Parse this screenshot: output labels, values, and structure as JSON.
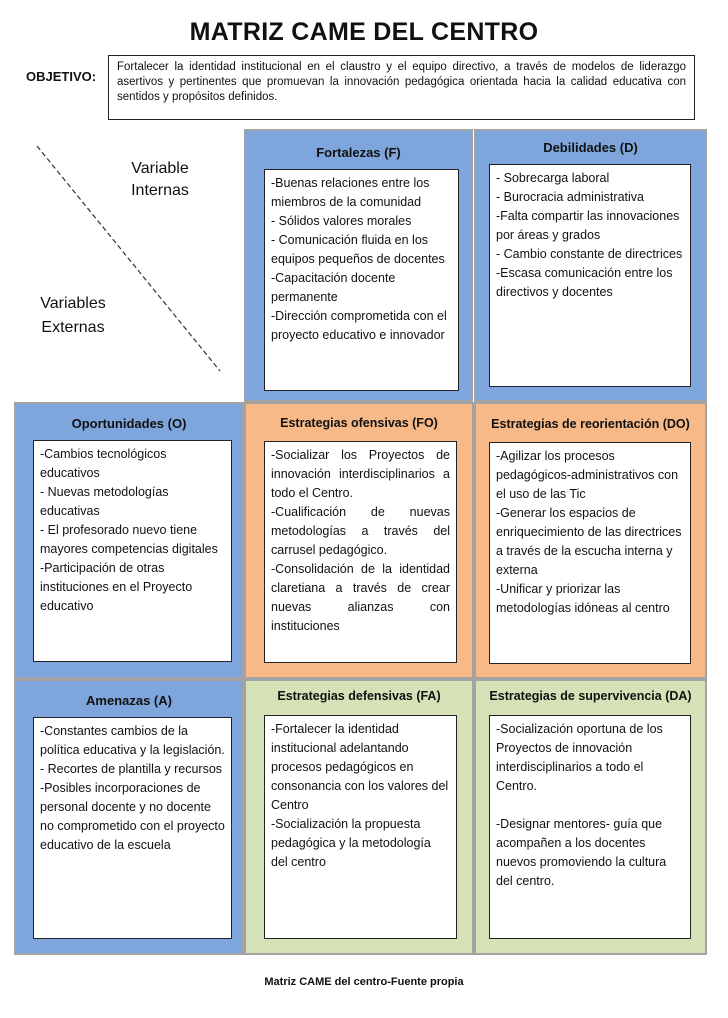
{
  "title": "MATRIZ CAME DEL CENTRO",
  "objective": {
    "label": "OBJETIVO:",
    "text": "Fortalecer la identidad institucional en el claustro y el equipo directivo, a través de modelos de liderazgo asertivos y pertinentes que promuevan la innovación pedagógica orientada hacia la calidad educativa con sentidos y propósitos definidos."
  },
  "axis": {
    "internal": "Variable Internas",
    "external": "Variables Externas"
  },
  "cells": {
    "fortalezas": {
      "title": "Fortalezas (F)",
      "items": [
        "-Buenas relaciones entre los miembros de la comunidad",
        "- Sólidos valores morales",
        "- Comunicación fluida en los equipos pequeños de docentes",
        "-Capacitación docente permanente",
        "-Dirección comprometida con el proyecto educativo e innovador"
      ]
    },
    "debilidades": {
      "title": "Debilidades (D)",
      "items": [
        "- Sobrecarga laboral",
        "- Burocracia administrativa",
        "-Falta compartir las innovaciones por áreas y grados",
        "- Cambio constante de directrices",
        "-Escasa comunicación entre los directivos y docentes"
      ]
    },
    "oportunidades": {
      "title": "Oportunidades (O)",
      "items": [
        "-Cambios tecnológicos educativos",
        "- Nuevas metodologías educativas",
        "- El profesorado nuevo tiene mayores competencias digitales",
        "-Participación de otras instituciones en el Proyecto educativo"
      ]
    },
    "fo": {
      "title": "Estrategias ofensivas (FO)",
      "items": [
        "-Socializar los Proyectos de innovación interdisciplinarios a todo el Centro.",
        "-Cualificación de nuevas metodologías a través del carrusel pedagógico.",
        "-Consolidación de la identidad claretiana a través de crear nuevas alianzas con instituciones"
      ]
    },
    "do": {
      "title": "Estrategias de reorientación (DO)",
      "items": [
        "-Agilizar los procesos pedagógicos-administrativos con el uso de las Tic",
        "-Generar los espacios de enriquecimiento de las directrices a través de la escucha interna y externa",
        "-Unificar y priorizar las metodologías idóneas al centro"
      ]
    },
    "amenazas": {
      "title": "Amenazas (A)",
      "items": [
        "-Constantes cambios de la política educativa y la legislación.",
        "- Recortes de plantilla y recursos",
        "-Posibles incorporaciones de personal docente y no docente no comprometido con el proyecto educativo de la escuela"
      ]
    },
    "fa": {
      "title": "Estrategias defensivas (FA)",
      "items": [
        "-Fortalecer la identidad institucional adelantando procesos pedagógicos en consonancia con los valores del Centro",
        "-Socialización la propuesta pedagógica y la metodología del centro"
      ]
    },
    "da": {
      "title": "Estrategias de supervivencia (DA)",
      "items": [
        "-Socialización oportuna de los Proyectos de innovación interdisciplinarios a todo el Centro.",
        "",
        "-Designar mentores- guía que acompañen a los docentes nuevos promoviendo la cultura del centro."
      ]
    }
  },
  "caption": "Matriz CAME del centro-Fuente propia",
  "colors": {
    "blue": "#7fa6dc",
    "orange": "#f8b988",
    "green": "#d5e1b7",
    "cell_border": "#a3a3a3"
  }
}
